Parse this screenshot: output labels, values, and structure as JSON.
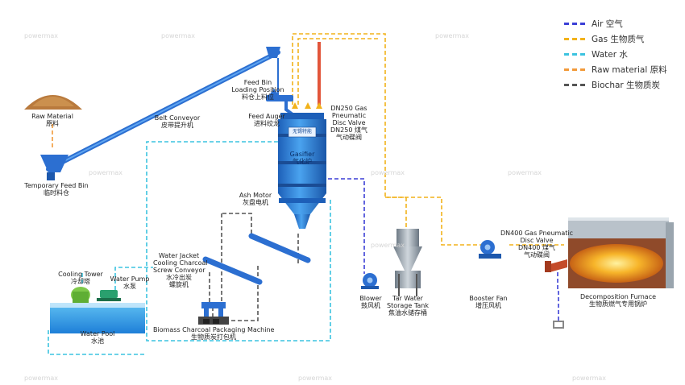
{
  "watermark": "powermax",
  "legend": [
    {
      "label": "Air 空气",
      "color": "#3b3fd6",
      "style": "dash"
    },
    {
      "label": "Gas 生物质气",
      "color": "#f2b21a",
      "style": "dash"
    },
    {
      "label": "Water 水",
      "color": "#3cc3e0",
      "style": "dash"
    },
    {
      "label": "Raw material 原料",
      "color": "#f29a3a",
      "style": "dash"
    },
    {
      "label": "Biochar 生物质炭",
      "color": "#555555",
      "style": "dash"
    }
  ],
  "labels": {
    "raw_material": {
      "en": "Raw Material",
      "zh": "原料"
    },
    "temp_feed_bin": {
      "en": "Temporary Feed Bin",
      "zh": "临时料仓"
    },
    "belt_conveyor": {
      "en": "Belt Conveyor",
      "zh": "皮带提升机"
    },
    "feed_bin_pos": {
      "en1": "Feed Bin",
      "en2": "Loading Position",
      "zh": "料仓上料位"
    },
    "feed_auger": {
      "en": "Feed Auger",
      "zh": "进料绞龙"
    },
    "dn250": {
      "en1": "DN250 Gas",
      "en2": "Pneumatic",
      "en3": "Disc Valve",
      "zh1": "DN250 煤气",
      "zh2": "气动碟阀"
    },
    "gasifier": {
      "en": "Gasifier",
      "zh": "气化炉",
      "plate": "无锡特能"
    },
    "ash_motor": {
      "en": "Ash Motor",
      "zh": "灰盘电机"
    },
    "water_jacket": {
      "en1": "Water Jacket",
      "en2": "Cooling Charcoal",
      "en3": "Screw Conveyor",
      "zh1": "水冷出炭",
      "zh2": "螺旋机"
    },
    "cooling_tower": {
      "en": "Cooling Tower",
      "zh": "冷却塔"
    },
    "water_pump": {
      "en": "Water Pump",
      "zh": "水泵"
    },
    "water_pool": {
      "en": "Water Pool",
      "zh": "水池"
    },
    "packaging": {
      "en": "Biomass Charcoal Packaging Machine",
      "zh": "生物质炭打包机"
    },
    "blower": {
      "en": "Blower",
      "zh": "鼓风机"
    },
    "tar_tank": {
      "en1": "Tar Water",
      "en2": "Storage Tank",
      "zh": "焦油水储存桶"
    },
    "booster_fan": {
      "en": "Booster Fan",
      "zh": "增压风机"
    },
    "dn400": {
      "en1": "DN400 Gas  Pneumatic",
      "en2": "Disc Valve",
      "zh1": "DN400 煤气",
      "zh2": "气动碟阀"
    },
    "furnace": {
      "en": "Decomposition Furnace",
      "zh": "生物质燃气专用锅炉"
    }
  }
}
